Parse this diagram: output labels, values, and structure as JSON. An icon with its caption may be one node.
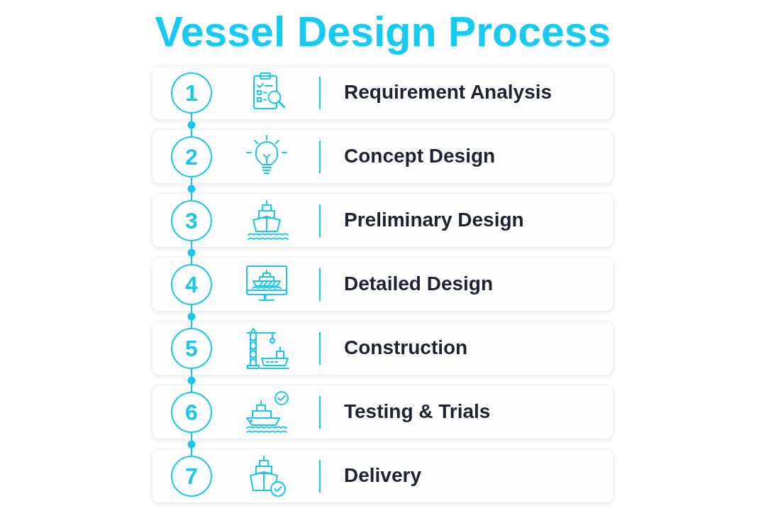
{
  "diagram": {
    "title": "Vessel Design Process",
    "nodes": [
      {
        "text": [
          "Requirement Analysis"
        ]
      },
      {
        "text": [
          "1"
        ],
        "in": 0
      },
      {
        "text": [
          "Concept Design"
        ]
      },
      {
        "text": [
          "2"
        ],
        "in": 2
      },
      {
        "text": [
          "Preliminary Design"
        ]
      },
      {
        "text": [
          "3"
        ],
        "in": 4
      },
      {
        "text": [
          "Detailed Design"
        ]
      },
      {
        "text": [
          "4"
        ],
        "in": 6
      },
      {
        "text": [
          "Construction"
        ]
      },
      {
        "text": [
          "5"
        ],
        "in": 8
      },
      {
        "text": [
          "Testing & Trials"
        ]
      },
      {
        "text": [
          "6"
        ],
        "in": 10
      },
      {
        "text": [
          "Delivery"
        ]
      },
      {
        "text": [
          "7"
        ],
        "in": 12
      }
    ],
    "edges": [
      {
        "from": 1,
        "to": 3,
        "arrow": "none"
      },
      {
        "from": 3,
        "to": 5,
        "arrow": "none"
      },
      {
        "from": 5,
        "to": 7,
        "arrow": "none"
      },
      {
        "from": 7,
        "to": 9,
        "arrow": "none"
      },
      {
        "from": 9,
        "to": 11,
        "arrow": "none"
      },
      {
        "from": 11,
        "to": 13,
        "arrow": "none"
      }
    ]
  }
}
